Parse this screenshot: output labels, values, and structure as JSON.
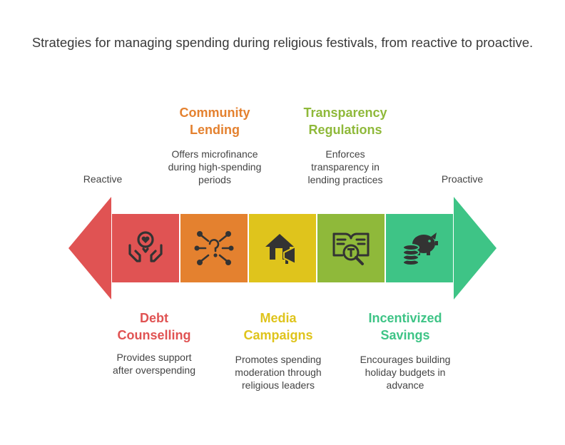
{
  "title": "Strategies for managing spending during religious festivals, from reactive to proactive.",
  "left_label": "Reactive",
  "right_label": "Proactive",
  "colors": {
    "red": "#e05353",
    "orange": "#e4812f",
    "yellow": "#dfc41c",
    "lightgreen": "#8fb93a",
    "green": "#3ec486",
    "icon": "#333333"
  },
  "stages": [
    {
      "heading": [
        "Debt",
        "Counselling"
      ],
      "description": [
        "Provides support",
        "after overspending"
      ],
      "color": "#e05353",
      "icon": "hands-heart-icon"
    },
    {
      "heading": [
        "Community",
        "Lending"
      ],
      "description": [
        "Offers microfinance",
        "during high-spending",
        "periods"
      ],
      "color": "#e4812f",
      "icon": "network-question-icon"
    },
    {
      "heading": [
        "Media",
        "Campaigns"
      ],
      "description": [
        "Promotes spending",
        "moderation through",
        "religious leaders"
      ],
      "color": "#dfc41c",
      "icon": "house-megaphone-icon"
    },
    {
      "heading": [
        "Transparency",
        "Regulations"
      ],
      "description": [
        "Enforces",
        "transparency in",
        "lending practices"
      ],
      "color": "#8fb93a",
      "icon": "book-magnifier-icon"
    },
    {
      "heading": [
        "Incentivized",
        "Savings"
      ],
      "description": [
        "Encourages building",
        "holiday budgets in",
        "advance"
      ],
      "color": "#3ec486",
      "icon": "piggy-bank-coins-icon"
    }
  ]
}
